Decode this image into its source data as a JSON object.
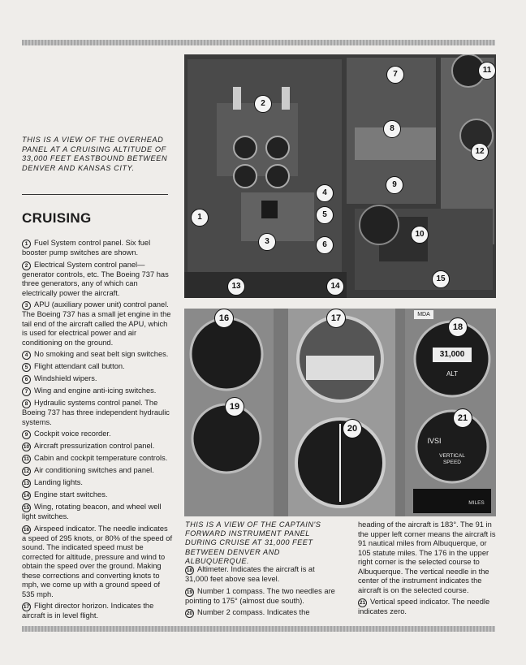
{
  "caption_overhead": "THIS IS A VIEW OF THE OVERHEAD PANEL AT A CRUISING ALTITUDE OF 33,000 FEET EASTBOUND BETWEEN DENVER AND KANSAS CITY.",
  "heading": "CRUISING",
  "items_col1": [
    {
      "n": "1",
      "text": "Fuel System control panel. Six fuel booster pump switches are shown."
    },
    {
      "n": "2",
      "text": "Electrical System control panel—generator controls, etc. The Boeing 737 has three generators, any of which can electrically power the aircraft."
    },
    {
      "n": "3",
      "text": "APU (auxiliary power unit) control panel. The Boeing 737 has a small jet engine in the tail end of the aircraft called the APU, which is used for electrical power and air conditioning on the ground."
    },
    {
      "n": "4",
      "text": "No smoking and seat belt sign switches."
    },
    {
      "n": "5",
      "text": "Flight attendant call button."
    },
    {
      "n": "6",
      "text": "Windshield wipers."
    },
    {
      "n": "7",
      "text": "Wing and engine anti-icing switches."
    },
    {
      "n": "8",
      "text": "Hydraulic systems control panel. The Boeing 737 has three independent hydraulic systems."
    },
    {
      "n": "9",
      "text": "Cockpit voice recorder."
    },
    {
      "n": "10",
      "text": "Aircraft pressurization control panel."
    },
    {
      "n": "11",
      "text": "Cabin and cockpit temperature controls."
    },
    {
      "n": "12",
      "text": "Air conditioning switches and panel."
    },
    {
      "n": "13",
      "text": "Landing lights."
    },
    {
      "n": "14",
      "text": "Engine start switches."
    },
    {
      "n": "15",
      "text": "Wing, rotating beacon, and wheel well light switches."
    },
    {
      "n": "16",
      "text": "Airspeed indicator. The needle indicates a speed of 295 knots, or 80% of the speed of sound. The indicated speed must be corrected for altitude, pressure and wind to obtain the speed over the ground. Making these corrections and converting knots to mph, we come up with a ground speed of 535 mph."
    },
    {
      "n": "17",
      "text": "Flight director horizon. Indicates the aircraft is in level flight."
    }
  ],
  "caption_forward": "THIS IS A VIEW OF THE CAPTAIN'S FORWARD INSTRUMENT PANEL DURING CRUISE AT 31,000 FEET BETWEEN DENVER AND ALBUQUERQUE.",
  "items_col2": [
    {
      "n": "18",
      "text": "Altimeter. Indicates the aircraft is at 31,000 feet above sea level."
    },
    {
      "n": "19",
      "text": "Number 1 compass. The two needles are pointing to 175° (almost due south)."
    },
    {
      "n": "20",
      "text": "Number 2 compass. Indicates the"
    }
  ],
  "col3_continuation": "heading of the aircraft is 183°. The 91 in the upper left corner means the aircraft is 91 nautical miles from Albuquerque, or 105 statute miles. The 176 in the upper right corner is the selected course to Albuquerque. The vertical needle in the center of the instrument indicates the aircraft is on the selected course.",
  "items_col3": [
    {
      "n": "21",
      "text": "Vertical speed indicator. The needle indicates zero."
    }
  ],
  "photo_overhead_callouts": [
    "1",
    "2",
    "3",
    "4",
    "5",
    "6",
    "7",
    "8",
    "9",
    "10",
    "11",
    "12",
    "13",
    "14",
    "15"
  ],
  "photo_forward_callouts": [
    "16",
    "17",
    "18",
    "19",
    "20",
    "21"
  ],
  "instrument_labels": {
    "mda": "MDA",
    "alt": "ALT",
    "ivsi": "IVSI",
    "vertical_speed": "VERTICAL SPEED",
    "miles": "MILES",
    "altimeter_readout": "31,000"
  }
}
